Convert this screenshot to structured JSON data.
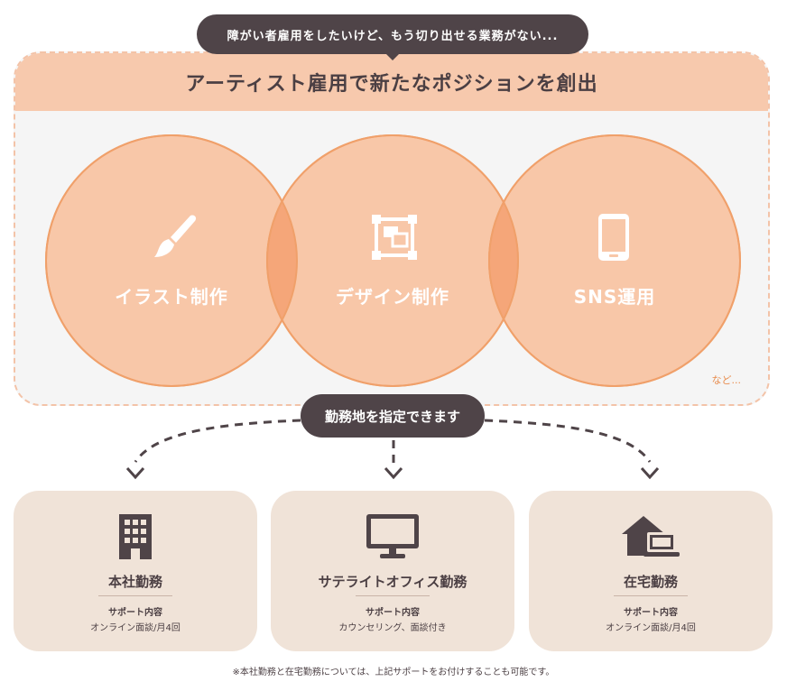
{
  "top_bubble": {
    "text": "障がい者雇用をしたいけど、もう切り出せる業務がない..."
  },
  "panel": {
    "title": "アーティスト雇用で新たなポジションを創出",
    "etc": "など...",
    "circles": [
      {
        "label": "イラスト制作",
        "icon": "paintbrush-icon"
      },
      {
        "label": "デザイン制作",
        "icon": "design-frame-icon"
      },
      {
        "label": "SNS運用",
        "icon": "smartphone-icon"
      }
    ]
  },
  "work_location": {
    "text": "勤務地を指定できます"
  },
  "cards": [
    {
      "title": "本社勤務",
      "support_label": "サポート内容",
      "detail": "オンライン面談/月4回",
      "icon": "office-building-icon"
    },
    {
      "title": "サテライトオフィス勤務",
      "support_label": "サポート内容",
      "detail": "カウンセリング、面談付き",
      "icon": "monitor-icon"
    },
    {
      "title": "在宅勤務",
      "support_label": "サポート内容",
      "detail": "オンライン面談/月4回",
      "icon": "home-laptop-icon"
    }
  ],
  "footnote": "※本社勤務と在宅勤務については、上記サポートをお付けすることも可能です。",
  "colors": {
    "dark": "#4f4448",
    "circle_fill": "#f8c7a8",
    "circle_stroke": "#f0a06a",
    "overlap": "#f5a679",
    "header": "#f7c9ad",
    "card_bg": "#f0e3d8",
    "accent": "#e88d4f"
  }
}
